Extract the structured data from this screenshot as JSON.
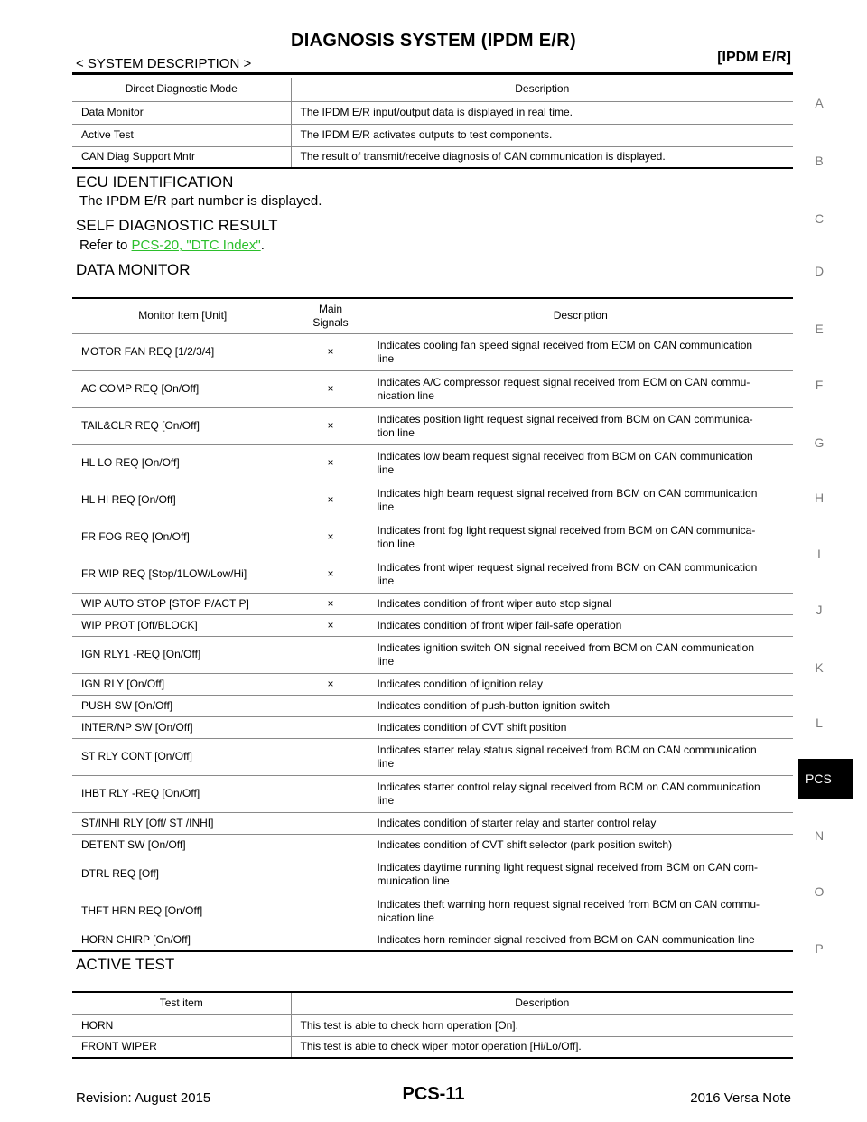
{
  "header": {
    "title": "DIAGNOSIS SYSTEM (IPDM E/R)",
    "breadcrumb": "< SYSTEM DESCRIPTION >",
    "section": "[IPDM E/R]"
  },
  "direct_table": {
    "headers": [
      "Direct Diagnostic Mode",
      "Description"
    ],
    "rows": [
      [
        "Data Monitor",
        "The IPDM E/R input/output data is displayed in real time."
      ],
      [
        "Active Test",
        "The IPDM E/R activates outputs to test components."
      ],
      [
        "CAN Diag Support Mntr",
        "The result of transmit/receive diagnosis of CAN communication is displayed."
      ]
    ]
  },
  "ecu": {
    "heading": "ECU IDENTIFICATION",
    "text": "The IPDM E/R part number is displayed."
  },
  "self_diag": {
    "heading": "SELF DIAGNOSTIC RESULT",
    "prefix": "Refer to ",
    "link": "PCS-20, \"DTC Index\"",
    "suffix": "."
  },
  "data_monitor": {
    "heading": "DATA MONITOR",
    "headers": {
      "item": "Monitor Item [Unit]",
      "signals1": "Main",
      "signals2": "Signals",
      "desc": "Description"
    },
    "rows": [
      {
        "item": "MOTOR FAN REQ [1/2/3/4]",
        "mark": "×",
        "d1": "Indicates cooling fan speed signal received from ECM on CAN communication",
        "d2": "line"
      },
      {
        "item": "AC COMP REQ [On/Off]",
        "mark": "×",
        "d1": "Indicates A/C compressor request signal received from ECM on CAN commu-",
        "d2": "nication line"
      },
      {
        "item": "TAIL&CLR REQ [On/Off]",
        "mark": "×",
        "d1": "Indicates position light request signal received from BCM on CAN communica-",
        "d2": "tion line"
      },
      {
        "item": "HL LO REQ [On/Off]",
        "mark": "×",
        "d1": "Indicates low beam request signal received from BCM on CAN communication",
        "d2": "line"
      },
      {
        "item": "HL HI REQ [On/Off]",
        "mark": "×",
        "d1": "Indicates high beam request signal received from BCM on CAN communication",
        "d2": "line"
      },
      {
        "item": "FR FOG REQ [On/Off]",
        "mark": "×",
        "d1": "Indicates front fog light request signal received from BCM on CAN communica-",
        "d2": "tion line"
      },
      {
        "item": "FR WIP REQ [Stop/1LOW/Low/Hi]",
        "mark": "×",
        "d1": "Indicates front wiper request signal received from BCM on CAN communication",
        "d2": "line"
      },
      {
        "item": "WIP AUTO STOP [STOP P/ACT P]",
        "mark": "×",
        "d1": "Indicates condition of front wiper auto stop signal",
        "d2": ""
      },
      {
        "item": "WIP PROT [Off/BLOCK]",
        "mark": "×",
        "d1": "Indicates condition of front wiper fail-safe operation",
        "d2": ""
      },
      {
        "item": "IGN RLY1 -REQ [On/Off]",
        "mark": "",
        "d1": "Indicates ignition switch ON signal received from BCM on CAN communication",
        "d2": "line"
      },
      {
        "item": "IGN RLY [On/Off]",
        "mark": "×",
        "d1": "Indicates condition of ignition relay",
        "d2": ""
      },
      {
        "item": "PUSH SW [On/Off]",
        "mark": "",
        "d1": "Indicates condition of push-button ignition switch",
        "d2": ""
      },
      {
        "item": "INTER/NP SW [On/Off]",
        "mark": "",
        "d1": "Indicates condition of CVT shift position",
        "d2": ""
      },
      {
        "item": "ST RLY CONT [On/Off]",
        "mark": "",
        "d1": "Indicates starter relay status signal received from BCM on CAN communication",
        "d2": "line"
      },
      {
        "item": "IHBT RLY -REQ [On/Off]",
        "mark": "",
        "d1": "Indicates starter control relay signal received from BCM on CAN communication",
        "d2": "line"
      },
      {
        "item": "ST/INHI RLY [Off/ ST /INHI]",
        "mark": "",
        "d1": "Indicates condition of starter relay and starter control relay",
        "d2": ""
      },
      {
        "item": "DETENT SW [On/Off]",
        "mark": "",
        "d1": "Indicates condition of CVT shift selector (park position switch)",
        "d2": ""
      },
      {
        "item": "DTRL REQ [Off]",
        "mark": "",
        "d1": "Indicates daytime running light request signal received from BCM on CAN com-",
        "d2": "munication line"
      },
      {
        "item": "THFT HRN REQ [On/Off]",
        "mark": "",
        "d1": "Indicates theft warning horn request signal received from BCM on CAN commu-",
        "d2": "nication line"
      },
      {
        "item": "HORN CHIRP [On/Off]",
        "mark": "",
        "d1": "Indicates horn reminder signal received from BCM on CAN communication line",
        "d2": ""
      }
    ]
  },
  "active_test": {
    "heading": "ACTIVE TEST",
    "headers": [
      "Test item",
      "Description"
    ],
    "rows": [
      [
        "HORN",
        "This test is able to check horn operation [On]."
      ],
      [
        "FRONT WIPER",
        "This test is able to check wiper motor operation [Hi/Lo/Off]."
      ]
    ]
  },
  "side_index": [
    "A",
    "B",
    "C",
    "D",
    "E",
    "F",
    "G",
    "H",
    "I",
    "J",
    "K",
    "L",
    "N",
    "O",
    "P"
  ],
  "side_tab": "PCS",
  "footer": {
    "revision": "Revision: August 2015",
    "page": "PCS-11",
    "model": "2016 Versa Note"
  }
}
